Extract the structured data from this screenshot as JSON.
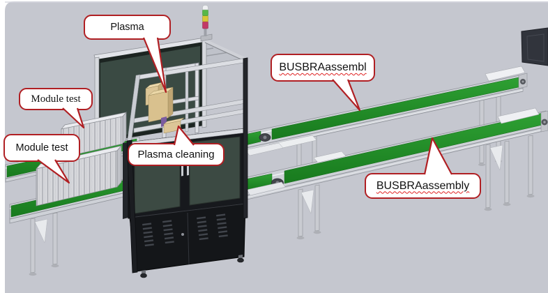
{
  "callouts": {
    "plasma": {
      "label": "Plasma"
    },
    "module_test_top": {
      "label": "Module test"
    },
    "module_test_bottom": {
      "label": "Module test"
    },
    "plasma_cleaning": {
      "label": "Plasma cleaning"
    },
    "busbar_line_top": {
      "label": "BUSBRAassembl",
      "spellcheck_flagged": true
    },
    "busbar_line_bottom": {
      "label": "BUSBRAassembly",
      "spellcheck_flagged": true
    }
  },
  "colors": {
    "viewport_background": "#c5c7cf",
    "callout_border": "#b01f23",
    "belt_green": "#1f8a24",
    "spellcheck_underline": "#e02020",
    "signal_tower_green": "#58b747",
    "signal_tower_yellow": "#d9c737",
    "signal_tower_red": "#c23a66"
  }
}
